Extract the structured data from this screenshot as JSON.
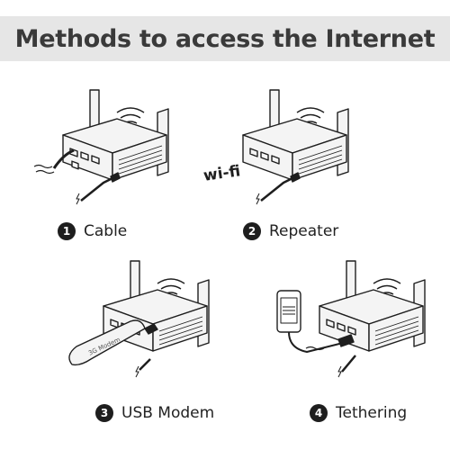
{
  "header": {
    "title": "Methods to access the Internet"
  },
  "methods": [
    {
      "number": "1",
      "label": "Cable"
    },
    {
      "number": "2",
      "label": "Repeater"
    },
    {
      "number": "3",
      "label": "USB Modem"
    },
    {
      "number": "4",
      "label": "Tethering"
    }
  ],
  "repeater_source": {
    "label": "wi-fi"
  },
  "usb_modem": {
    "brand": "3G Modem"
  },
  "colors": {
    "banner": "#e6e6e6",
    "ink": "#1e1e1e",
    "router_body": "#f4f4f4"
  }
}
